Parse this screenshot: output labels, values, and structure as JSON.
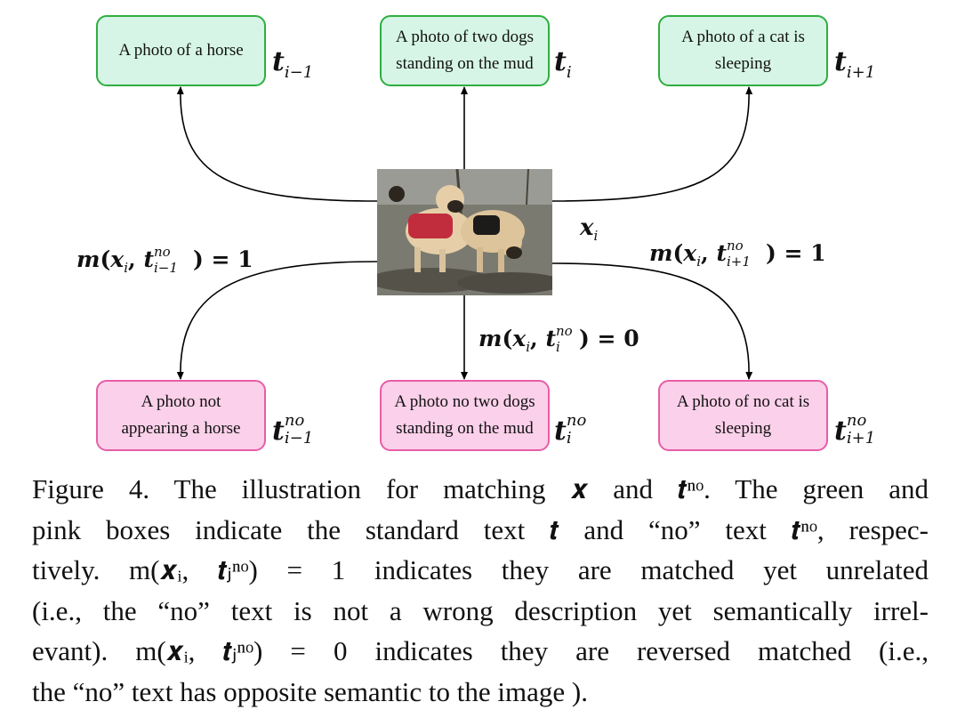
{
  "boxes": {
    "green": [
      {
        "text": "A photo of a horse",
        "label": {
          "var": "t",
          "sub": "i−1"
        }
      },
      {
        "text": "A photo of two dogs standing on the mud",
        "lines": [
          "A photo of two dogs",
          "standing on the mud"
        ],
        "label": {
          "var": "t",
          "sub": "i"
        }
      },
      {
        "text": "A photo of a cat is sleeping",
        "lines": [
          "A photo of a cat is",
          "sleeping"
        ],
        "label": {
          "var": "t",
          "sub": "i+1"
        }
      }
    ],
    "pink": [
      {
        "lines": [
          "A photo not",
          "appearing a horse"
        ],
        "label": {
          "var": "t",
          "sup": "no",
          "sub": "i−1"
        }
      },
      {
        "lines": [
          "A photo no two dogs",
          "standing on the mud"
        ],
        "label": {
          "var": "t",
          "sup": "no",
          "sub": "i"
        }
      },
      {
        "lines": [
          "A photo of no cat is",
          "sleeping"
        ],
        "label": {
          "var": "t",
          "sup": "no",
          "sub": "i+1"
        }
      }
    ]
  },
  "image_label": {
    "var": "x",
    "sub": "i"
  },
  "equations": {
    "left": {
      "fn": "m",
      "arg": "x",
      "argsub": "i",
      "t": "t",
      "sup": "no",
      "sub": "i−1",
      "value": "1"
    },
    "center": {
      "fn": "m",
      "arg": "x",
      "argsub": "i",
      "t": "t",
      "sup": "no",
      "sub": "i",
      "value": "0"
    },
    "right": {
      "fn": "m",
      "arg": "x",
      "argsub": "i",
      "t": "t",
      "sup": "no",
      "sub": "i+1",
      "value": "1"
    }
  },
  "caption": {
    "lines": [
      "Figure 4. The illustration for matching 𝒙 and 𝒕ⁿᵒ. The green and",
      "pink boxes indicate the standard text 𝒕 and “no” text 𝒕ⁿᵒ, respec-",
      "tively. m(𝒙ᵢ, 𝒕ⱼⁿᵒ) = 1 indicates they are matched yet unrelated",
      "(i.e., the “no” text is not a wrong description yet semantically irrel-",
      "evant). m(𝒙ᵢ, 𝒕ⱼⁿᵒ) = 0 indicates they are reversed matched (i.e.,",
      "the “no” text has opposite semantic to the image )."
    ]
  }
}
